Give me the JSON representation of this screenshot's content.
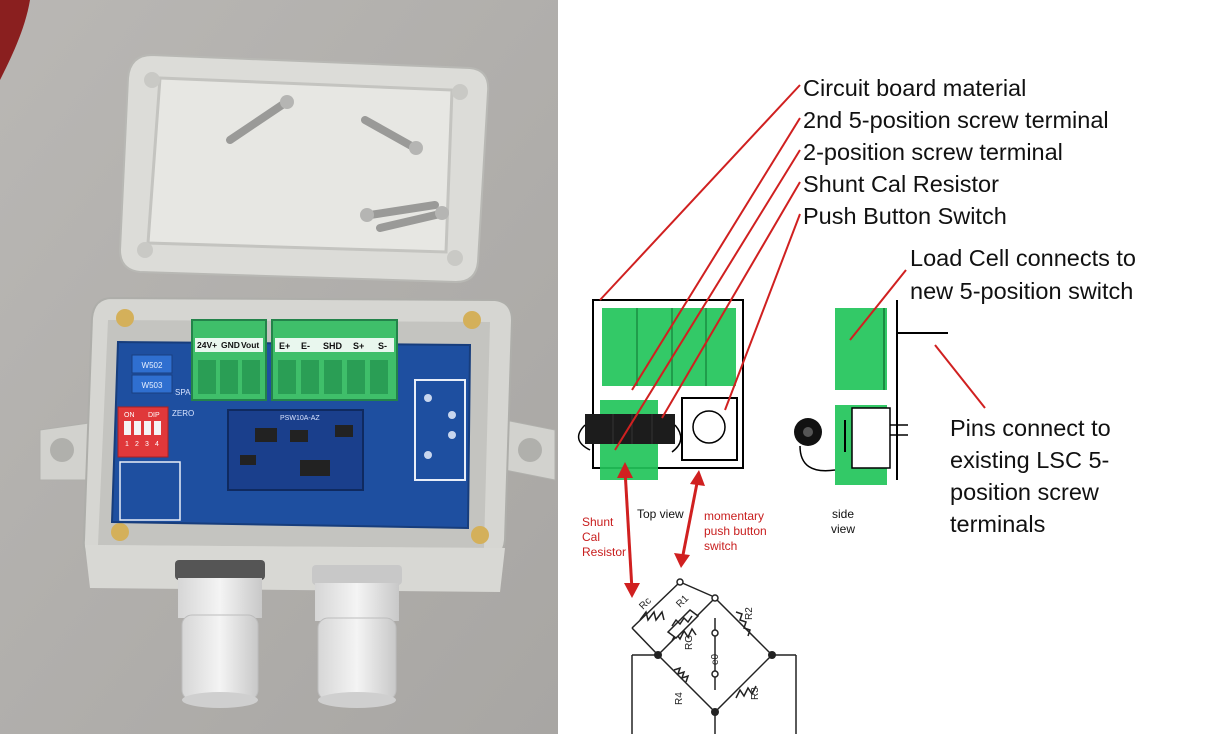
{
  "photo": {
    "terminal_left_labels": [
      "24V+",
      "GND",
      "Vout"
    ],
    "terminal_right_labels": [
      "E+",
      "E-",
      "SHD",
      "S+",
      "S-"
    ],
    "pot_labels": [
      "W502",
      "W503"
    ],
    "dip_labels": [
      "ON",
      "DIP"
    ],
    "dip_numbers": [
      "1",
      "2",
      "3",
      "4"
    ],
    "board_labels": [
      "SPAN",
      "ZERO"
    ],
    "module_label": "PSW10A-AZ"
  },
  "callouts": {
    "circuit_board": "Circuit board material",
    "second_terminal": "2nd 5-position screw terminal",
    "two_position": "2-position screw terminal",
    "shunt_resistor": "Shunt Cal Resistor",
    "push_button": "Push Button Switch",
    "load_cell_line1": "Load Cell connects to",
    "load_cell_line2": "new 5-position switch",
    "pins_line1": "Pins connect to",
    "pins_line2": "existing LSC 5-",
    "pins_line3": "position screw",
    "pins_line4": "terminals"
  },
  "sketch_labels": {
    "top_view": "Top view",
    "side_view_line1": "side",
    "side_view_line2": "view",
    "shunt_line1": "Shunt",
    "shunt_line2": "Cal",
    "shunt_line3": "Resistor",
    "momentary_line1": "momentary",
    "momentary_line2": "push button",
    "momentary_line3": "switch"
  },
  "bridge_labels": {
    "rc": "Rc",
    "r1": "R1",
    "r2": "R2",
    "r3": "R3",
    "r4": "R4",
    "rg": "RG",
    "eo": "e0"
  },
  "colors": {
    "annotation_red": "#d02020",
    "sketch_green": "#22c45a",
    "pcb_blue": "#1e4fa0",
    "terminal_green": "#3fbf6a",
    "enclosure_grey": "#d9d9d5"
  }
}
